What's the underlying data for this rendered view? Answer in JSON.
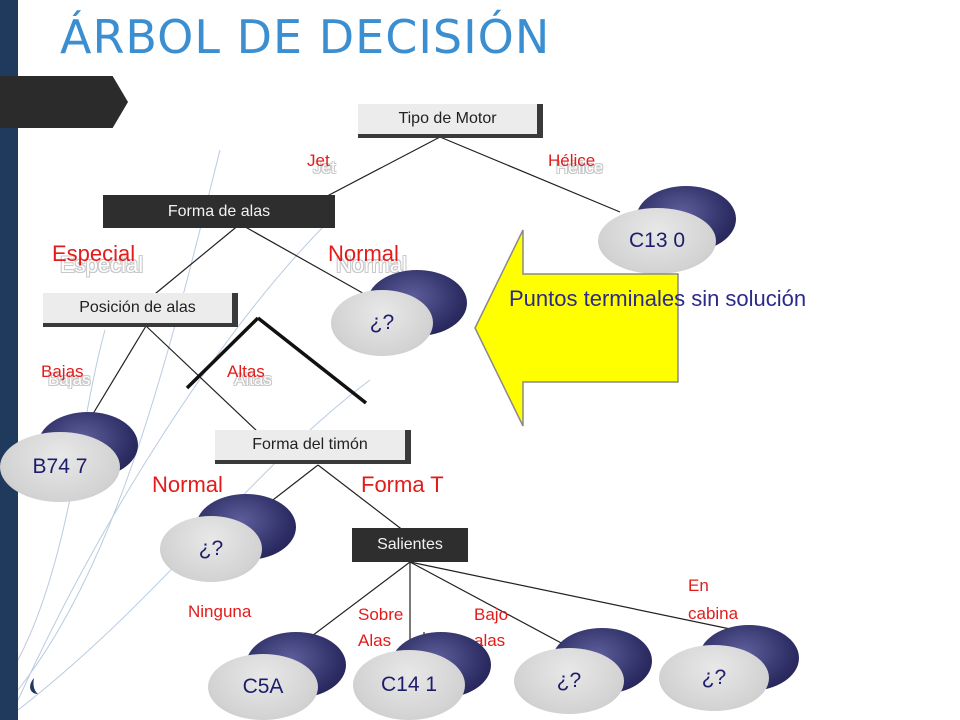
{
  "title": "ÁRBOL DE DECISIÓN",
  "nodes": {
    "tipo_motor": "Tipo de Motor",
    "forma_alas": "Forma de alas",
    "posicion_alas": "Posición de alas",
    "forma_timon": "Forma del timón",
    "salientes": "Salientes"
  },
  "branches": {
    "jet": "Jet",
    "helice": "Hélice",
    "especial": "Especial",
    "normal_alas": "Normal",
    "bajas": "Bajas",
    "altas": "Altas",
    "normal_timon": "Normal",
    "forma_t": "Forma T",
    "ninguna": "Ninguna",
    "sobre_alas": "Sobre Alas",
    "bajo_alas": "Bajo alas",
    "en_cabina": "En cabina"
  },
  "leaves": {
    "c130": "C13 0",
    "unknown_1": "¿?",
    "b747": "B74 7",
    "unknown_2": "¿?",
    "c5a": "C5A",
    "c141": "C14 1",
    "unknown_3": "¿?",
    "unknown_4": "¿?"
  },
  "callout": "Puntos terminales sin solución",
  "colors": {
    "title": "#3b8fd1",
    "branch_label": "#e31b1b",
    "callout_fill": "#ffff00",
    "leaf_text": "#1d1d6b"
  }
}
